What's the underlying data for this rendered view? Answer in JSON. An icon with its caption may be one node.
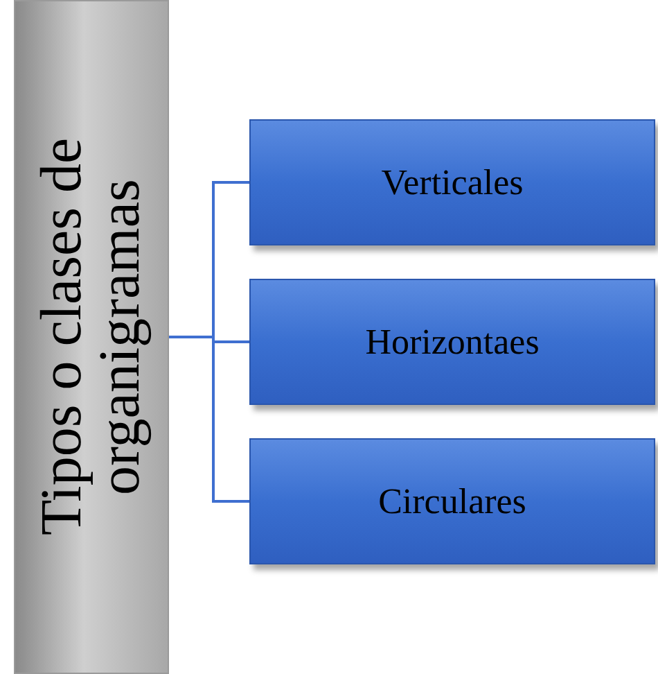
{
  "diagram": {
    "nodes": [
      {
        "text": [
          "Tipos o clases de organigramas"
        ]
      },
      {
        "text": [
          "Verticales"
        ]
      },
      {
        "text": [
          "Horizontaes"
        ]
      },
      {
        "text": [
          "Circulares"
        ]
      }
    ],
    "edges": [
      {
        "from": 0,
        "to": 1,
        "arrow": "none"
      },
      {
        "from": 0,
        "to": 2,
        "arrow": "none"
      },
      {
        "from": 0,
        "to": 3,
        "arrow": "none"
      }
    ]
  }
}
